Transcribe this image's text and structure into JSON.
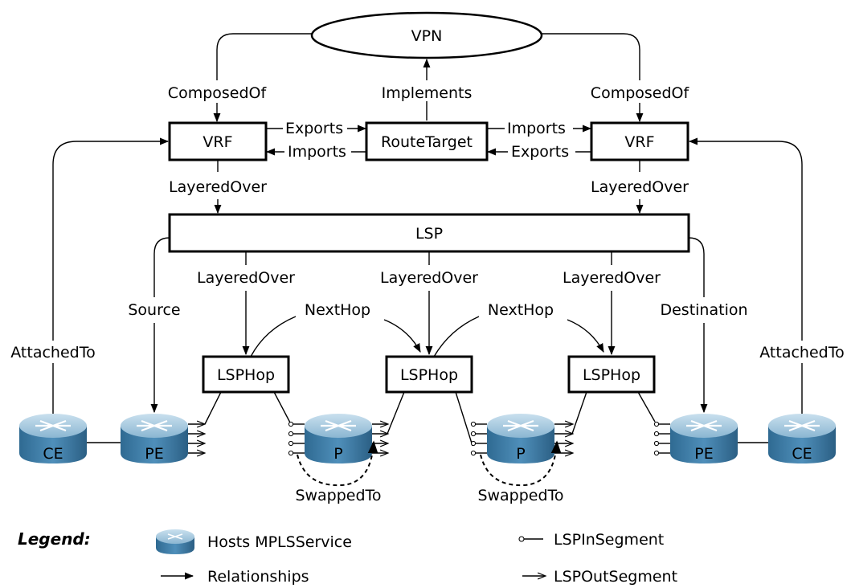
{
  "nodes": {
    "vpn": "VPN",
    "vrf_left": "VRF",
    "vrf_right": "VRF",
    "route_target": "RouteTarget",
    "lsp": "LSP",
    "lsphop_1": "LSPHop",
    "lsphop_2": "LSPHop",
    "lsphop_3": "LSPHop"
  },
  "routers": {
    "ce_left": "CE",
    "pe_left": "PE",
    "p_1": "P",
    "p_2": "P",
    "pe_right": "PE",
    "ce_right": "CE"
  },
  "edges": {
    "composed_of_left": "ComposedOf",
    "implements": "Implements",
    "composed_of_right": "ComposedOf",
    "exports_left": "Exports",
    "imports_left": "Imports",
    "imports_right": "Imports",
    "exports_right": "Exports",
    "layered_over_left": "LayeredOver",
    "layered_over_right": "LayeredOver",
    "layered_over_1": "LayeredOver",
    "layered_over_2": "LayeredOver",
    "layered_over_3": "LayeredOver",
    "source": "Source",
    "destination": "Destination",
    "nexthop_1": "NextHop",
    "nexthop_2": "NextHop",
    "attached_to_left": "AttachedTo",
    "attached_to_right": "AttachedTo",
    "swapped_to_1": "SwappedTo",
    "swapped_to_2": "SwappedTo"
  },
  "legend": {
    "title": "Legend:",
    "hosts": "Hosts MPLSService",
    "relationships": "Relationships",
    "in_segment": "LSPInSegment",
    "out_segment": "LSPOutSegment"
  },
  "colors": {
    "router_top": "#9fc3d9",
    "router_side": "#3f7da6",
    "router_dark": "#2a5d80"
  }
}
